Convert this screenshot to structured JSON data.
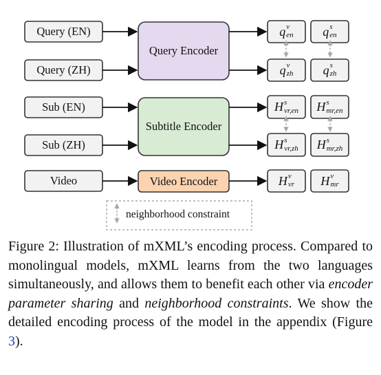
{
  "diagram": {
    "inputs": {
      "query_en": "Query (EN)",
      "query_zh": "Query (ZH)",
      "sub_en": "Sub (EN)",
      "sub_zh": "Sub (ZH)",
      "video": "Video"
    },
    "encoders": {
      "query": "Query Encoder",
      "subtitle": "Subtitle Encoder",
      "video": "Video Encoder"
    },
    "outputs": {
      "q_en_v": {
        "base": "q",
        "sup": "v",
        "sub": "en"
      },
      "q_en_s": {
        "base": "q",
        "sup": "s",
        "sub": "en"
      },
      "q_zh_v": {
        "base": "q",
        "sup": "v",
        "sub": "zh"
      },
      "q_zh_s": {
        "base": "q",
        "sup": "s",
        "sub": "zh"
      },
      "h_vr_en": {
        "base": "H",
        "sup": "s",
        "sub": "vr,en"
      },
      "h_mr_en": {
        "base": "H",
        "sup": "s",
        "sub": "mr,en"
      },
      "h_vr_zh": {
        "base": "H",
        "sup": "s",
        "sub": "vr,zh"
      },
      "h_mr_zh": {
        "base": "H",
        "sup": "s",
        "sub": "mr,zh"
      },
      "h_vr_v": {
        "base": "H",
        "sup": "v",
        "sub": "vr"
      },
      "h_mr_v": {
        "base": "H",
        "sup": "v",
        "sub": "mr"
      }
    },
    "legend": "neighborhood constraint",
    "colors": {
      "query_encoder": "#e4d9ef",
      "subtitle_encoder": "#d8ebd3",
      "video_encoder": "#fbd3b0",
      "box_stroke": "#333333",
      "constraint_arrow": "#a8a8a8"
    }
  },
  "caption": {
    "lead": "Figure 2: Illustration of mXML’s encoding process. Compared to monolingual models, mXML learns from the two languages simultaneously, and allows them to benefit each other via ",
    "em1": "encoder parameter sharing",
    "mid": " and ",
    "em2": "neighborhood constraints",
    "tail": ". We show the detailed encoding process of the model in the appendix (Figure ",
    "ref": "3",
    "end": ")."
  }
}
